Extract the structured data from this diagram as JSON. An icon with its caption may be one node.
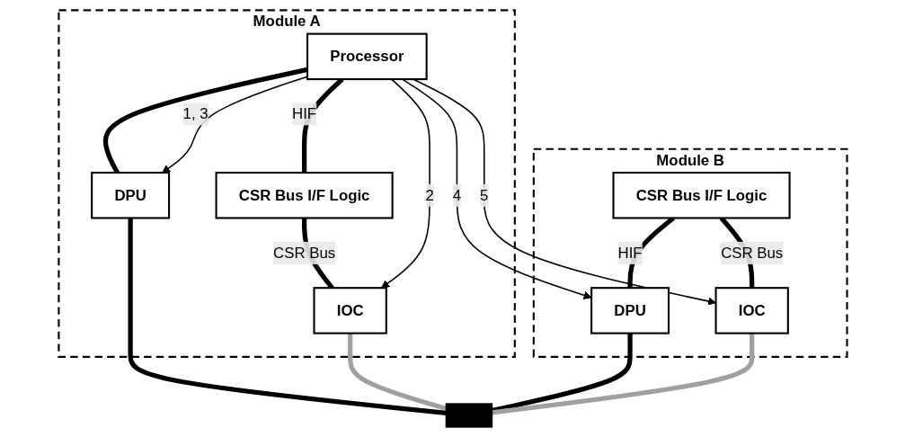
{
  "diagram": {
    "nodes": [
      {
        "text": [
          "Module A"
        ]
      },
      {
        "text": [
          "Processor"
        ],
        "in": 0
      },
      {
        "text": [
          "CSR Bus I/F Logic"
        ],
        "in": 0
      },
      {
        "text": [
          "DPU"
        ],
        "in": 0
      },
      {
        "text": [
          "IOC"
        ],
        "in": 0
      },
      {
        "text": [
          "Module B"
        ]
      },
      {
        "text": [
          "CSR Bus I/F Logic"
        ],
        "in": 5
      },
      {
        "text": [
          "DPU"
        ],
        "in": 5
      },
      {
        "text": [
          "IOC"
        ],
        "in": 5
      },
      {
        "text": [],
        "shape": "bar"
      }
    ],
    "edges": [
      {
        "from": 1,
        "to": 3,
        "arrow": "none"
      },
      {
        "from": 1,
        "to": 2,
        "arrow": "none",
        "label": "HIF"
      },
      {
        "from": 2,
        "to": 4,
        "arrow": "none",
        "label": "CSR Bus"
      },
      {
        "from": 1,
        "to": 3,
        "arrow": "to",
        "label": "1, 3"
      },
      {
        "from": 1,
        "to": 4,
        "arrow": "to",
        "label": "2"
      },
      {
        "from": 1,
        "to": 7,
        "arrow": "to",
        "label": "4"
      },
      {
        "from": 1,
        "to": 8,
        "arrow": "to",
        "label": "5"
      },
      {
        "from": 6,
        "to": 7,
        "arrow": "none",
        "label": "HIF"
      },
      {
        "from": 6,
        "to": 8,
        "arrow": "none",
        "label": "CSR Bus"
      },
      {
        "from": 3,
        "to": 9,
        "arrow": "none"
      },
      {
        "from": 4,
        "to": 9,
        "arrow": "none",
        "color": "#a0a0a0"
      },
      {
        "from": 7,
        "to": 9,
        "arrow": "none"
      },
      {
        "from": 8,
        "to": 9,
        "arrow": "none",
        "color": "#a0a0a0"
      }
    ]
  }
}
